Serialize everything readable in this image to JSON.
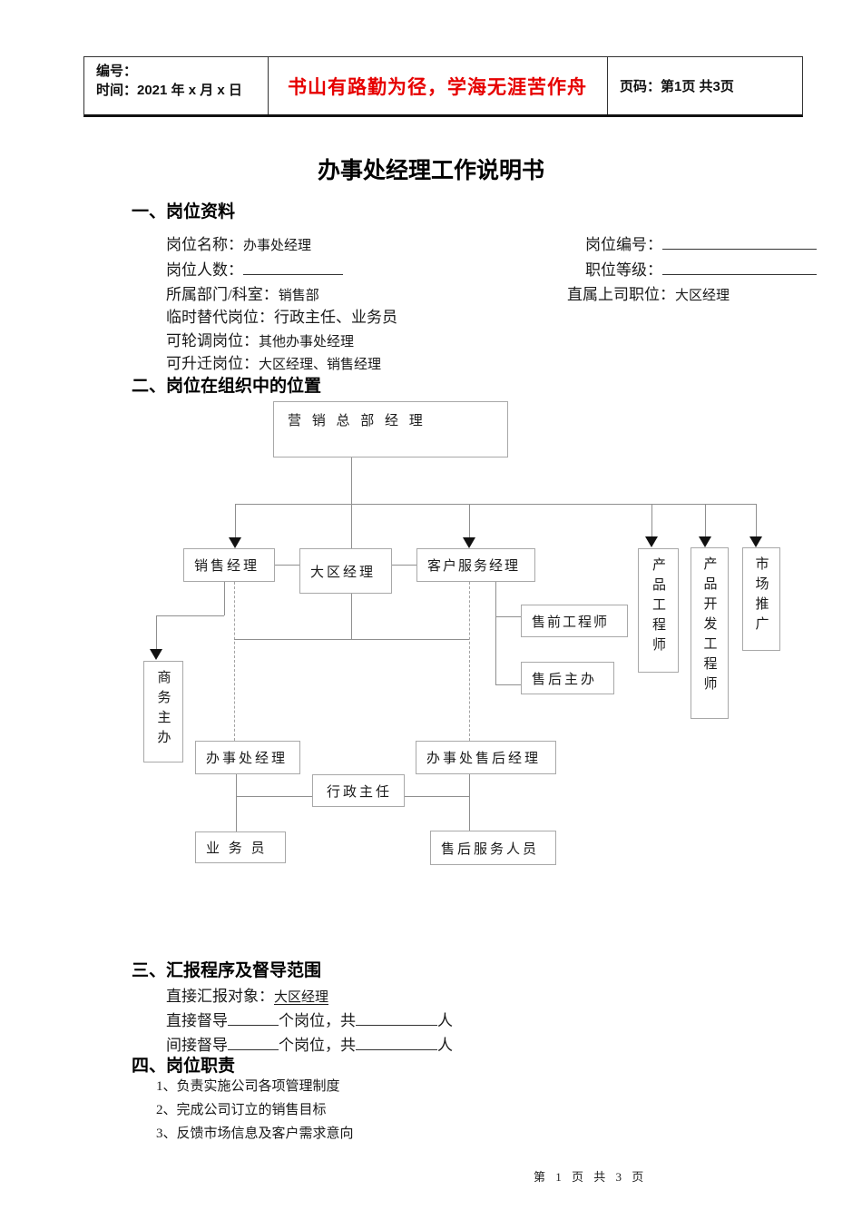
{
  "header_table": {
    "number_label": "编号：",
    "date_label": "时间：2021 年 x 月 x 日",
    "slogan": "书山有路勤为径，学海无涯苦作舟",
    "slogan_color": "#e60000",
    "page_info": "页码：第1页 共3页"
  },
  "document": {
    "title": "办事处经理工作说明书"
  },
  "section1": {
    "heading": "一、岗位资料",
    "row1": {
      "label1": "岗位名称：",
      "value1": "办事处经理",
      "label2": "岗位编号：",
      "value2": ""
    },
    "row2": {
      "label1": "岗位人数：",
      "value1": "",
      "label2": "职位等级：",
      "value2": ""
    },
    "row3": {
      "label1": "所属部门/科室：",
      "value1": "销售部",
      "label2": "直属上司职位：",
      "value2": "大区经理"
    },
    "row4": {
      "label": "临时替代岗位：",
      "value": "行政主任、业务员"
    },
    "row5": {
      "label": "可轮调岗位：",
      "value": "其他办事处经理"
    },
    "row6": {
      "label": "可升迁岗位：",
      "value": "大区经理、销售经理"
    }
  },
  "section2": {
    "heading": "二、岗位在组织中的位置",
    "org_chart": {
      "boxes": [
        {
          "id": "marketing-hq-manager",
          "label": "营 销 总 部 经 理"
        },
        {
          "id": "sales-manager",
          "label": "销售经理"
        },
        {
          "id": "region-manager",
          "label": "大区经理"
        },
        {
          "id": "customer-service-manager",
          "label": "客户服务经理"
        },
        {
          "id": "product-engineer",
          "label": "产品工程师"
        },
        {
          "id": "product-dev-engineer",
          "label": "产品开发工程师"
        },
        {
          "id": "market-promotion",
          "label": "市场推广"
        },
        {
          "id": "presales-engineer",
          "label": "售前工程师"
        },
        {
          "id": "aftersales-supervisor",
          "label": "售后主办"
        },
        {
          "id": "business-supervisor",
          "label": "商务主办"
        },
        {
          "id": "office-manager",
          "label": "办事处经理"
        },
        {
          "id": "office-aftersales-manager",
          "label": "办事处售后经理"
        },
        {
          "id": "admin-director",
          "label": "行政主任"
        },
        {
          "id": "salesman",
          "label": "业 务 员"
        },
        {
          "id": "aftersales-staff",
          "label": "售后服务人员"
        }
      ]
    }
  },
  "section3": {
    "heading": "三、汇报程序及督导范围",
    "report_line": {
      "label": "直接汇报对象：",
      "value": "大区经理"
    },
    "direct_line": {
      "prefix": "直接督导",
      "mid": "个岗位，共",
      "suffix": "人"
    },
    "indirect_line": {
      "prefix": "间接督导",
      "mid": "个岗位，共",
      "suffix": "人"
    }
  },
  "section4": {
    "heading": "四、岗位职责",
    "items": [
      "1、负责实施公司各项管理制度",
      "2、完成公司订立的销售目标",
      "3、反馈市场信息及客户需求意向"
    ]
  },
  "footer": {
    "page_text": "第 1 页 共 3 页"
  }
}
